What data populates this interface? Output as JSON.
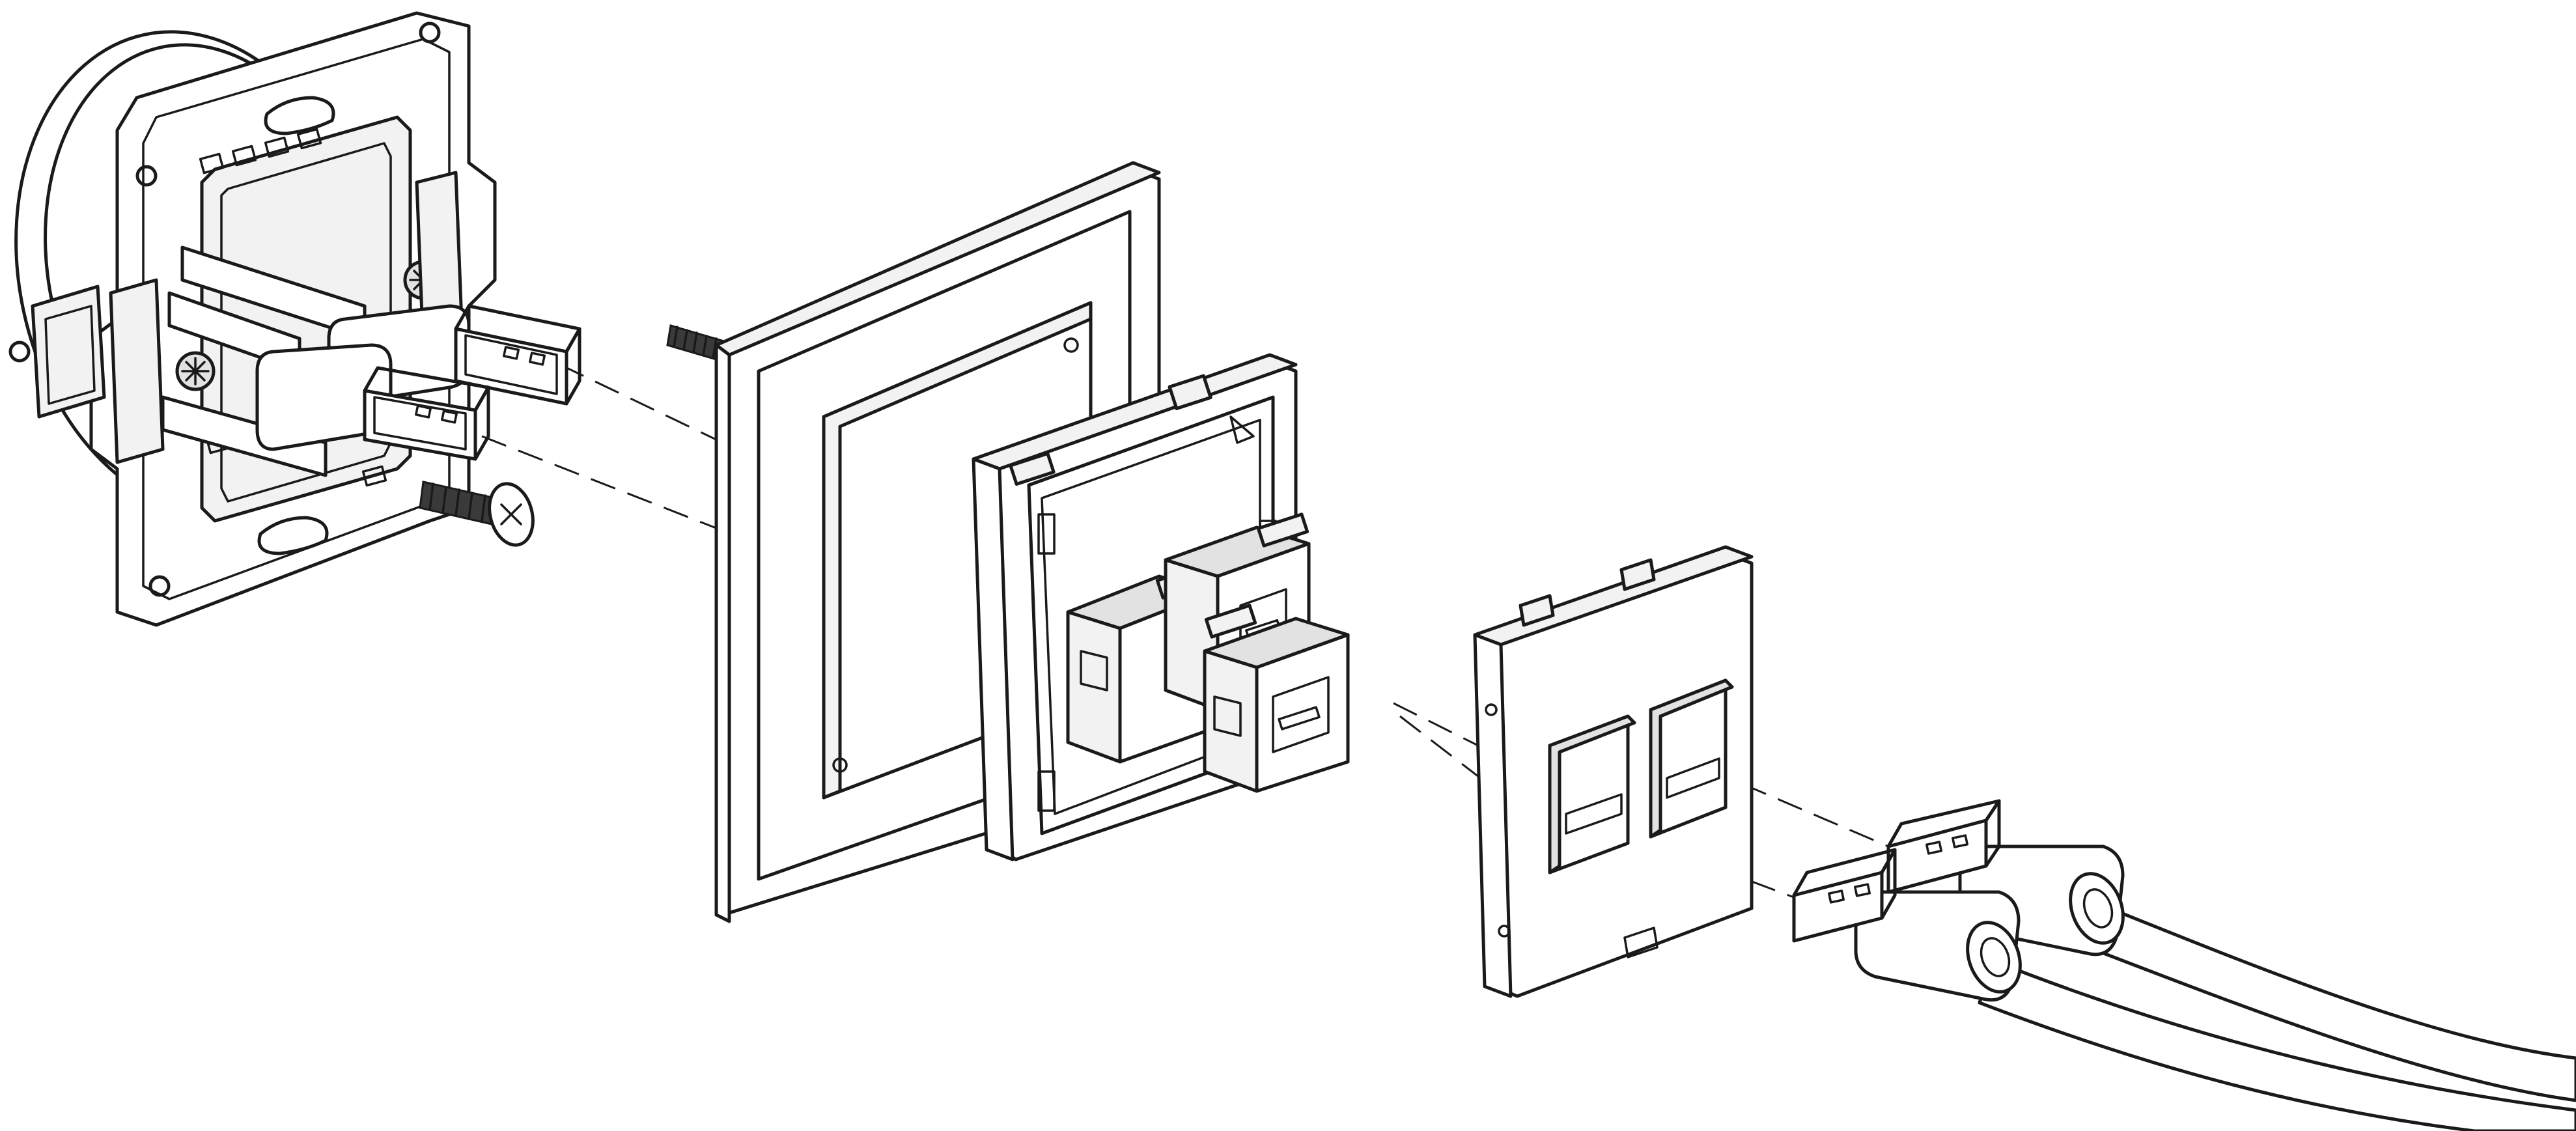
{
  "diagram": {
    "type": "exploded-assembly",
    "components": [
      "mounting-frame",
      "usb-plug-upper-rear",
      "usb-plug-lower-rear",
      "fixing-screw-top",
      "fixing-screw-bottom",
      "cover-frame",
      "keystone-carrier",
      "keystone-coupler-1",
      "keystone-coupler-2",
      "keystone-coupler-3",
      "face-plate",
      "usb-cable-upper",
      "usb-cable-lower"
    ],
    "colors": {
      "line": "#1a1a1a",
      "background": "#ffffff",
      "shade_light": "#f2f2f2",
      "shade_medium": "#e2e2e2",
      "shade_dark": "#c8c8c8"
    }
  }
}
